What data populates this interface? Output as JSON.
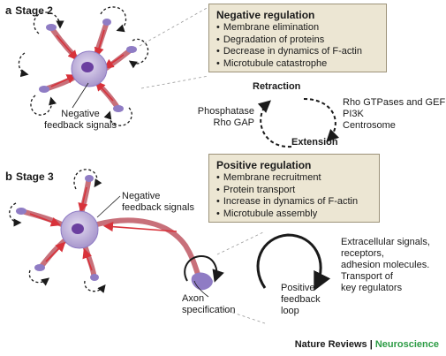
{
  "stage2": {
    "letter": "a",
    "label": "Stage 2"
  },
  "stage3": {
    "letter": "b",
    "label": "Stage 3"
  },
  "negative_box": {
    "title": "Negative regulation",
    "items": [
      "Membrane elimination",
      "Degradation of proteins",
      "Decrease in dynamics of F-actin",
      "Microtubule catastrophe"
    ]
  },
  "positive_box": {
    "title": "Positive regulation",
    "items": [
      "Membrane recruitment",
      "Protein transport",
      "Increase in dynamics of F-actin",
      "Microtubule assembly"
    ]
  },
  "cycle": {
    "retraction": "Retraction",
    "extension": "Extension",
    "left_lines": [
      "Phosphatase",
      "Rho GAP"
    ],
    "right_lines": [
      "Rho GTPases and GEF",
      "PI3K",
      "Centrosome"
    ]
  },
  "neg_feedback_stage2": [
    "Negative",
    "feedback signals"
  ],
  "neg_feedback_stage3": [
    "Negative",
    "feedback signals"
  ],
  "axon_spec": [
    "Axon",
    "specification"
  ],
  "positive_loop": [
    "Positive",
    "feedback",
    "loop"
  ],
  "extracellular": [
    "Extracellular signals,",
    "receptors,",
    "adhesion molecules.",
    "Transport of",
    "key regulators"
  ],
  "footer": {
    "brand1": "Nature Reviews",
    "sep": " | ",
    "brand2": "Neuroscience"
  },
  "colors": {
    "cell_body": "#b9a9d6",
    "nucleus": "#6b3fa0",
    "neurite": "#c8707a",
    "growth_cone": "#8f7cc4",
    "box_fill": "#ece6d3",
    "brand_green": "#2c9c45"
  }
}
